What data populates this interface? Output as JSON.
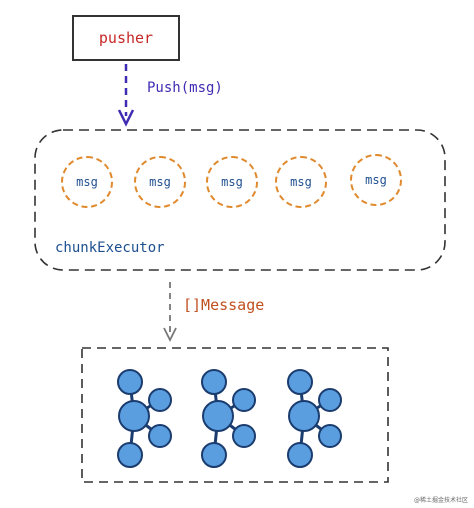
{
  "pusher": {
    "label": "pusher"
  },
  "push_arrow": {
    "label": "Push(msg)"
  },
  "executor": {
    "label": "chunkExecutor",
    "messages": [
      "msg",
      "msg",
      "msg",
      "msg",
      "msg"
    ]
  },
  "message_arrow": {
    "label": "[]Message"
  },
  "consumers": {
    "clusters": 3
  },
  "watermark": "@稀土掘金技术社区",
  "colors": {
    "pusher_text": "#c62828",
    "push_arrow": "#3f2cb3",
    "msg_border": "#e08a2e",
    "executor_label": "#1c4f8f",
    "message_label": "#c0501f",
    "node_fill": "#5b9ee0",
    "node_stroke": "#1a3c6e"
  }
}
